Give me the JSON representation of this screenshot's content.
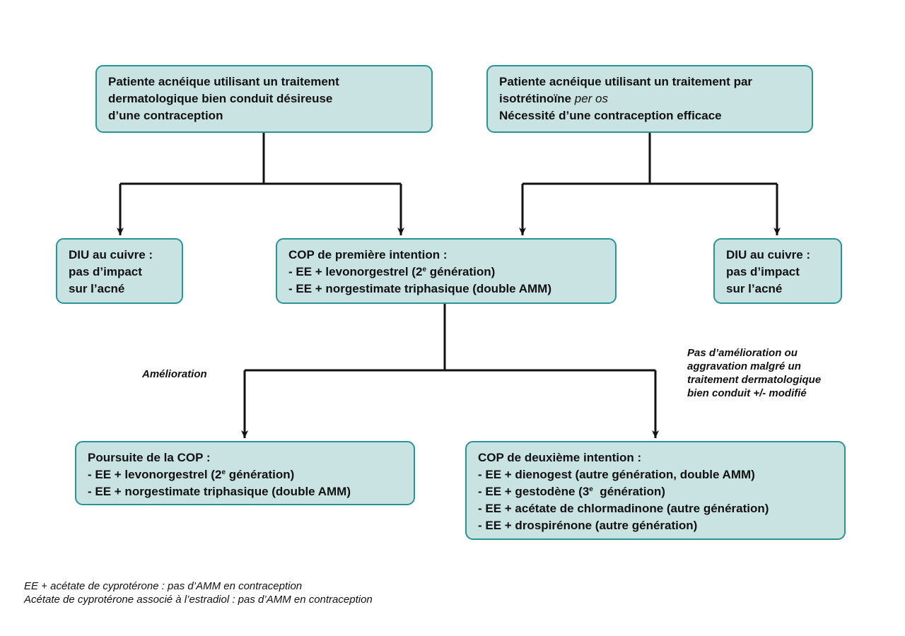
{
  "colors": {
    "box_fill": "#c9e3e3",
    "box_border": "#2a9494",
    "connector": "#111111"
  },
  "boxes": {
    "top_left": {
      "lines": [
        "Patiente acnéique utilisant un traitement",
        "dermatologique bien conduit désireuse",
        "d’une contraception"
      ]
    },
    "top_right": {
      "line1": "Patiente acnéique utilisant un traitement par",
      "line2_text": "isotrétinoïne ",
      "line2_italic": "per os",
      "line3": "Nécessité d’une contraception efficace"
    },
    "diu_left": {
      "lines": [
        "DIU au cuivre :",
        "pas d’impact",
        "sur l’acné"
      ]
    },
    "cop_first": {
      "title": "COP de première intention :",
      "item1_pre": "- EE + levonorgestrel (2",
      "item1_sup": "e",
      "item1_post": " génération)",
      "item2": "- EE + norgestimate triphasique (double AMM)"
    },
    "diu_right": {
      "lines": [
        "DIU au cuivre :",
        "pas d’impact",
        "sur l’acné"
      ]
    },
    "poursuite": {
      "title": "Poursuite de la COP :",
      "item1_pre": "- EE + levonorgestrel (2",
      "item1_sup": "e",
      "item1_post": " génération)",
      "item2": "- EE + norgestimate triphasique (double AMM)"
    },
    "cop_second": {
      "title": "COP de deuxième intention :",
      "item1": "- EE + dienogest (autre génération, double AMM)",
      "item2_pre": "- EE + gestodène (3",
      "item2_sup": "e",
      "item2_post": "  génération)",
      "item3": "- EE + acétate de chlormadinone (autre génération)",
      "item4": "- EE + drospirénone (autre génération)"
    }
  },
  "labels": {
    "amelioration": "Amélioration",
    "no_amelioration": [
      "Pas d’amélioration ou",
      "aggravation malgré un",
      "traitement dermatologique",
      "bien conduit +/- modifié"
    ]
  },
  "footnotes": [
    "EE + acétate de cyprotérone : pas d’AMM en contraception",
    "Acétate de cyprotérone associé à l’estradiol : pas d’AMM en contraception"
  ]
}
